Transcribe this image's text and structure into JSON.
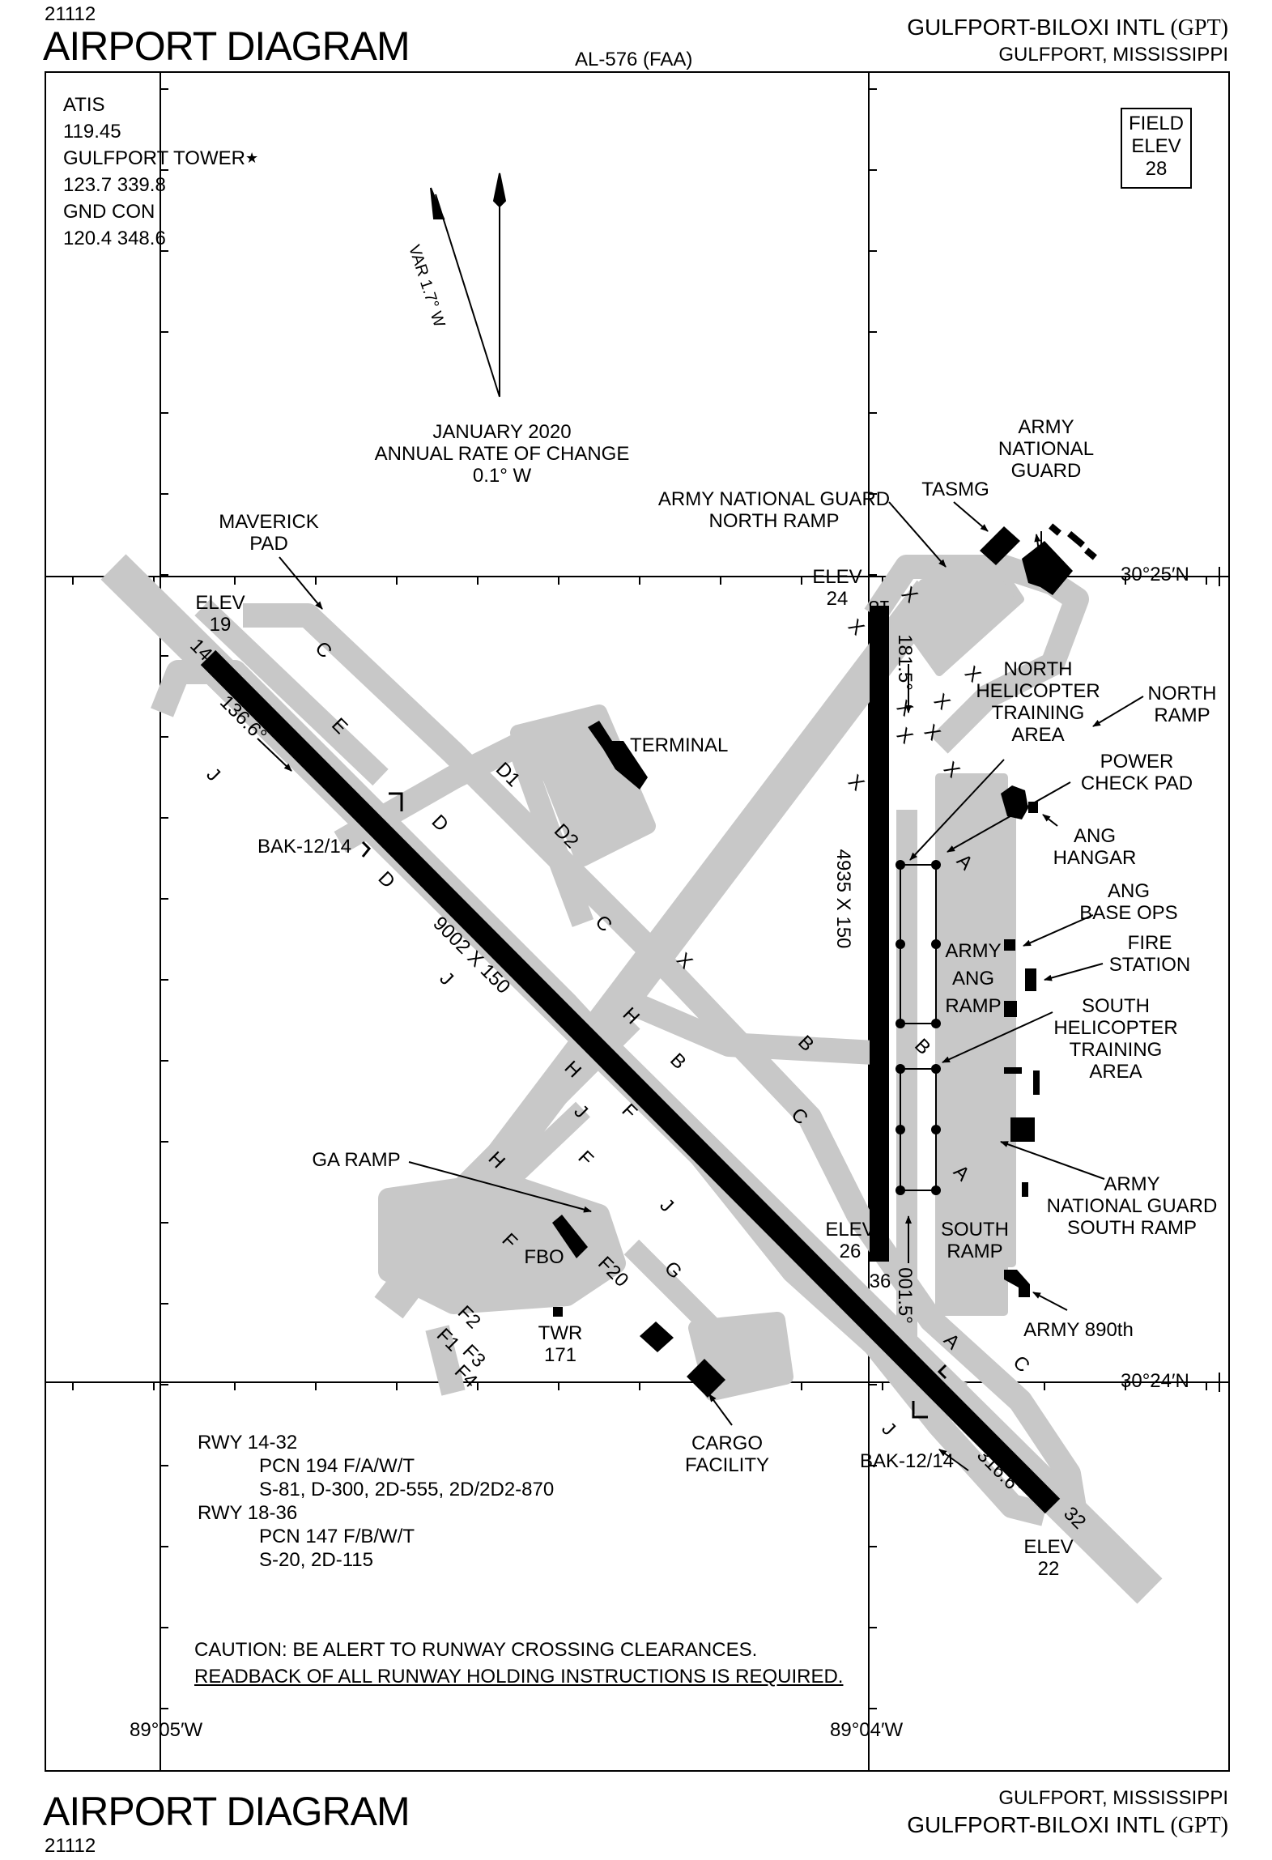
{
  "header": {
    "procedure_number": "21112",
    "title": "AIRPORT DIAGRAM",
    "faa_number": "AL-576 (FAA)",
    "airport_name": "GULFPORT-BILOXI INTL",
    "airport_id": "(GPT)",
    "city_state": "GULFPORT, MISSISSIPPI"
  },
  "footer": {
    "procedure_number": "21112",
    "title": "AIRPORT DIAGRAM",
    "city_state": "GULFPORT, MISSISSIPPI",
    "airport_name": "GULFPORT-BILOXI INTL",
    "airport_id": "(GPT)"
  },
  "frequencies": {
    "atis_label": "ATIS",
    "atis_freq": "119.45",
    "tower_label": "GULFPORT TOWER",
    "tower_star": "★",
    "tower_freq": "123.7  339.8",
    "gnd_label": "GND CON",
    "gnd_freq": "120.4  348.6"
  },
  "field_elev": {
    "line1": "FIELD",
    "line2": "ELEV",
    "value": "28"
  },
  "magvar": {
    "var_label": "VAR 1.7° W",
    "epoch_line1": "JANUARY 2020",
    "epoch_line2": "ANNUAL RATE OF CHANGE",
    "epoch_line3": "0.1° W"
  },
  "coordinates": {
    "lat_north": "30°25′N",
    "lat_south": "30°24′N",
    "lon_west": "89°05′W",
    "lon_east": "89°04′W"
  },
  "runways": [
    {
      "id": "14-32",
      "ends": [
        "14",
        "32"
      ],
      "dimensions": "9002 X 150",
      "headings": [
        "136.6°",
        "316.6°"
      ],
      "end_elevations": [
        "19",
        "22"
      ]
    },
    {
      "id": "18-36",
      "ends": [
        "18",
        "36"
      ],
      "dimensions": "4935 X 150",
      "headings": [
        "181.5°",
        "001.5°"
      ],
      "end_elevations": [
        "24",
        "26"
      ]
    }
  ],
  "labels": {
    "elev": "ELEV",
    "maverick_pad": [
      "MAVERICK",
      "PAD"
    ],
    "terminal": "TERMINAL",
    "bak_12_14": "BAK-12/14",
    "anng_north_ramp": [
      "ARMY NATIONAL GUARD",
      "NORTH RAMP"
    ],
    "tasmg": "TASMG",
    "army_national_guard": [
      "ARMY",
      "NATIONAL",
      "GUARD"
    ],
    "north_heli_area": [
      "NORTH",
      "HELICOPTER",
      "TRAINING",
      "AREA"
    ],
    "north_ramp": [
      "NORTH",
      "RAMP"
    ],
    "power_check_pad": [
      "POWER",
      "CHECK PAD"
    ],
    "ang_hangar": [
      "ANG",
      "HANGAR"
    ],
    "ang_base_ops": [
      "ANG",
      "BASE OPS"
    ],
    "fire_station": [
      "FIRE",
      "STATION"
    ],
    "army_ang_ramp": [
      "ARMY",
      "ANG",
      "RAMP"
    ],
    "south_heli_area": [
      "SOUTH",
      "HELICOPTER",
      "TRAINING",
      "AREA"
    ],
    "anng_south_ramp": [
      "ARMY",
      "NATIONAL GUARD",
      "SOUTH RAMP"
    ],
    "south_ramp": [
      "SOUTH",
      "RAMP"
    ],
    "army_890th": "ARMY 890th",
    "ga_ramp": "GA RAMP",
    "fbo": "FBO",
    "twr": [
      "TWR",
      "171"
    ],
    "cargo_facility": [
      "CARGO",
      "FACILITY"
    ]
  },
  "taxiways": {
    "C": "C",
    "E": "E",
    "J": "J",
    "D": "D",
    "D1": "D1",
    "D2": "D2",
    "X": "X",
    "H": "H",
    "B": "B",
    "F": "F",
    "G": "G",
    "A": "A",
    "F1": "F1",
    "F2": "F2",
    "F3": "F3",
    "F4": "F4",
    "F20": "F20"
  },
  "runway_data": {
    "rwy1_label": "RWY  14-32",
    "rwy1_pcn": "PCN 194 F/A/W/T",
    "rwy1_strength": "S-81, D-300, 2D-555, 2D/2D2-870",
    "rwy2_label": "RWY  18-36",
    "rwy2_pcn": "PCN 147 F/B/W/T",
    "rwy2_strength": "S-20, 2D-115"
  },
  "caution": {
    "line1": "CAUTION:  BE ALERT TO RUNWAY CROSSING CLEARANCES.",
    "line2": "READBACK OF ALL RUNWAY HOLDING INSTRUCTIONS IS REQUIRED."
  },
  "colors": {
    "pavement": "#c8c8c8",
    "runway": "#000000",
    "frame": "#000000"
  }
}
